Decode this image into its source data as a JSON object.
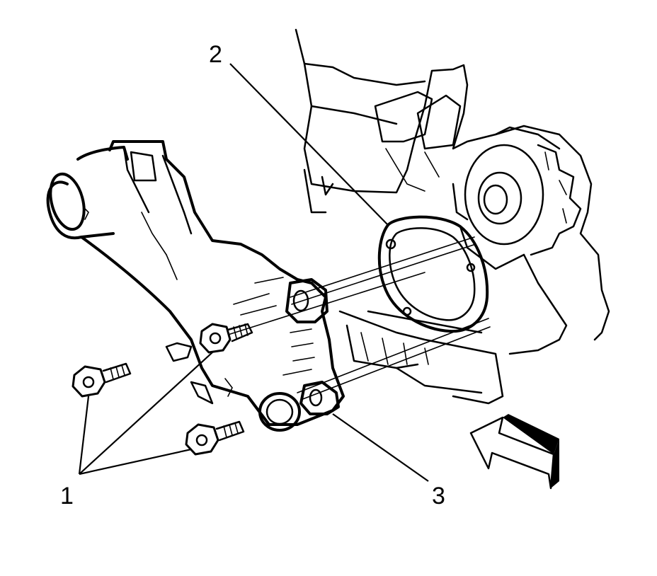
{
  "callouts": {
    "bolts": "1",
    "gasket": "2",
    "housing": "3"
  },
  "colors": {
    "line": "#000000",
    "background": "#ffffff"
  },
  "icons": {
    "direction_arrow": "front-arrow-icon"
  }
}
